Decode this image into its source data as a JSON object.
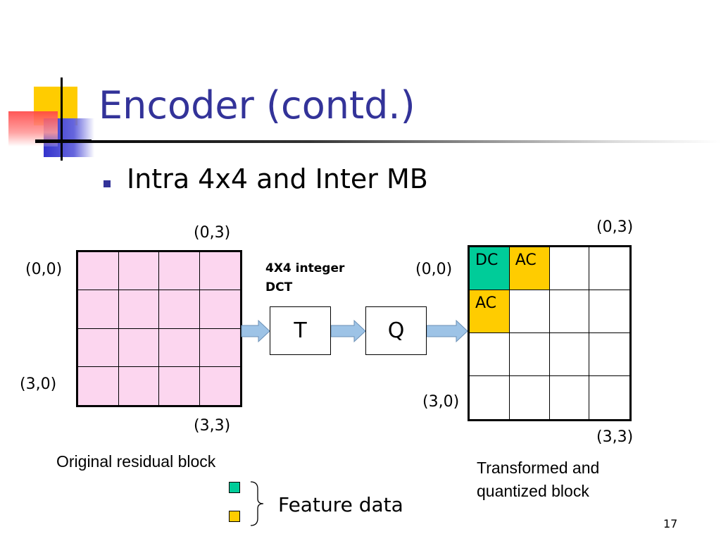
{
  "slide": {
    "title": "Encoder (contd.)",
    "bullet": "Intra 4x4 and Inter MB",
    "page_number": "17"
  },
  "left_block": {
    "label_top_right": "(0,3)",
    "label_top_left": "(0,0)",
    "label_bottom_left": "(3,0)",
    "label_bottom_right": "(3,3)",
    "caption": "Original residual block",
    "fill_color": "#fcd6ef"
  },
  "process": {
    "dct_label_line1": "4X4 integer",
    "dct_label_line2": "DCT",
    "transform_box": "T",
    "quant_box": "Q",
    "arrow_color": "#9dc3e6"
  },
  "right_block": {
    "label_top_right": "(0,3)",
    "label_top_left": "(0,0)",
    "label_bottom_left": "(3,0)",
    "label_bottom_right": "(3,3)",
    "cells": [
      [
        "DC",
        "AC",
        "",
        ""
      ],
      [
        "AC",
        "",
        "",
        ""
      ],
      [
        "",
        "",
        "",
        ""
      ],
      [
        "",
        "",
        "",
        ""
      ]
    ],
    "caption_line1": "Transformed and",
    "caption_line2": "quantized block",
    "dc_color": "#00cc99",
    "ac_color": "#ffcc00"
  },
  "legend": {
    "text": "Feature data"
  }
}
